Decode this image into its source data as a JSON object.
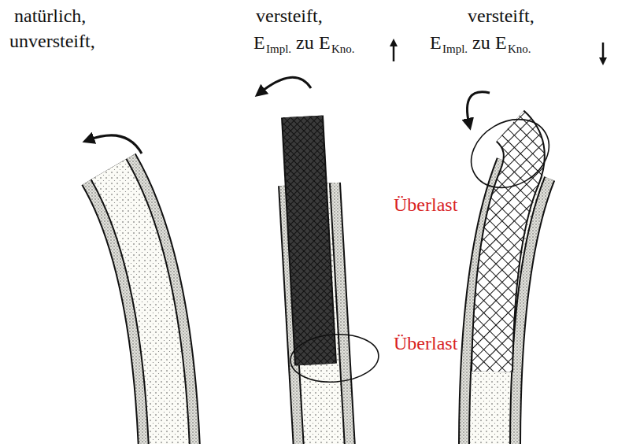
{
  "diagram": {
    "labels": [
      "natürlich,",
      "versteift,",
      "versteift,",
      "unversteift,",
      "E",
      "Impl.",
      "zu",
      "E",
      "Kno.",
      "E",
      "Impl.",
      "zu",
      "E",
      "Kno.",
      "Überlast",
      "Überlast"
    ]
  }
}
